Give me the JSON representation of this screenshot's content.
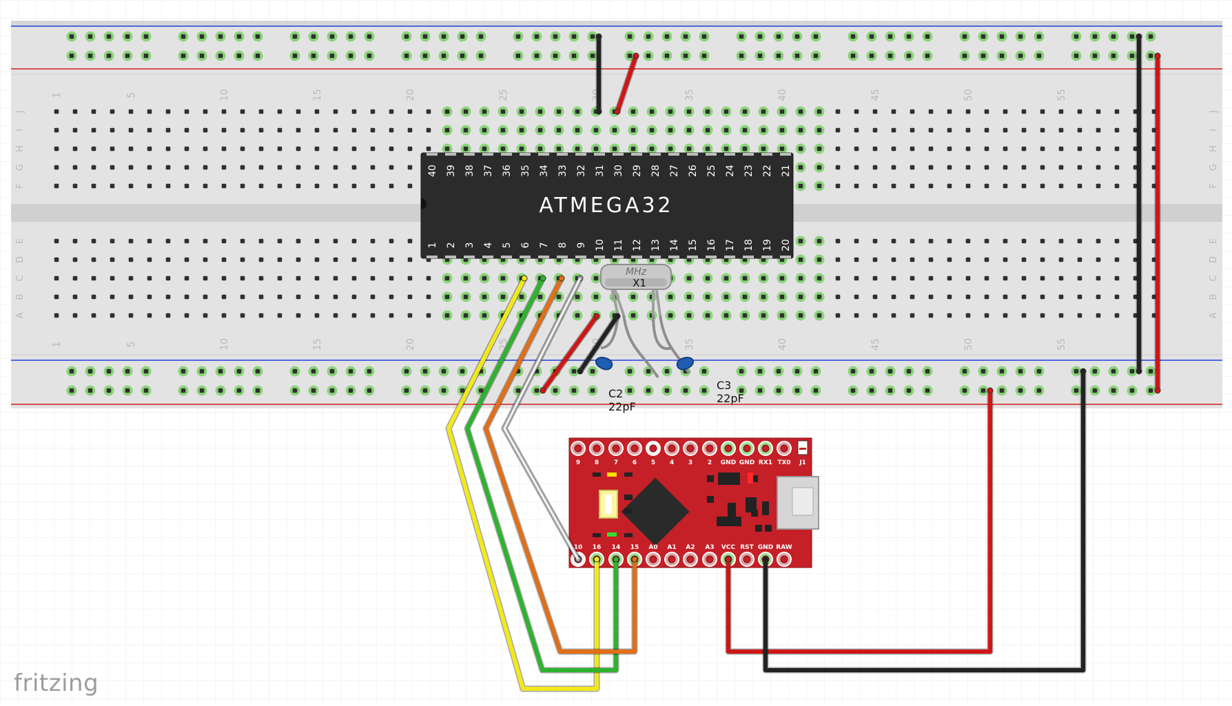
{
  "app": {
    "logo_text": "fritzing"
  },
  "breadboard": {
    "column_numbers": [
      "1",
      "5",
      "10",
      "15",
      "20",
      "25",
      "30",
      "35",
      "40",
      "45",
      "50",
      "55"
    ],
    "row_letters_top": [
      "J",
      "I",
      "H",
      "G",
      "F"
    ],
    "row_letters_bottom": [
      "E",
      "D",
      "C",
      "B",
      "A"
    ],
    "column_count": 60
  },
  "chip": {
    "label": "ATMEGA32",
    "top_pins": [
      "40",
      "39",
      "38",
      "37",
      "36",
      "35",
      "34",
      "33",
      "32",
      "31",
      "30",
      "29",
      "28",
      "27",
      "26",
      "25",
      "24",
      "23",
      "22",
      "21"
    ],
    "bottom_pins": [
      "1",
      "2",
      "3",
      "4",
      "5",
      "6",
      "7",
      "8",
      "9",
      "10",
      "11",
      "12",
      "13",
      "14",
      "15",
      "16",
      "17",
      "18",
      "19",
      "20"
    ]
  },
  "crystal": {
    "label": "X1",
    "sublabel": "MHz"
  },
  "capacitors": [
    {
      "name": "C2",
      "value": "22pF"
    },
    {
      "name": "C3",
      "value": "22pF"
    }
  ],
  "arduino": {
    "top_pins": [
      "9",
      "8",
      "7",
      "6",
      "5",
      "4",
      "3",
      "2",
      "GND",
      "GND",
      "RX1",
      "TX0",
      "J1"
    ],
    "bottom_pins": [
      "10",
      "16",
      "14",
      "15",
      "A0",
      "A1",
      "A2",
      "A3",
      "VCC",
      "RST",
      "GND",
      "RAW"
    ]
  },
  "colors": {
    "board": "#e3e3e3",
    "hole": "#303030",
    "hole_active": "#8bd37a",
    "rail_blue": "#1f3ee0",
    "rail_red": "#d21f1f",
    "chip_body": "#2b2b2b",
    "pcb": "#c51f27",
    "wire_yellow": "#f2e81c",
    "wire_green": "#2db32d",
    "wire_orange": "#e26e16",
    "wire_white": "#f4f4f4",
    "wire_red": "#d01515",
    "wire_black": "#222222",
    "capacitor": "#1f5fb2"
  }
}
